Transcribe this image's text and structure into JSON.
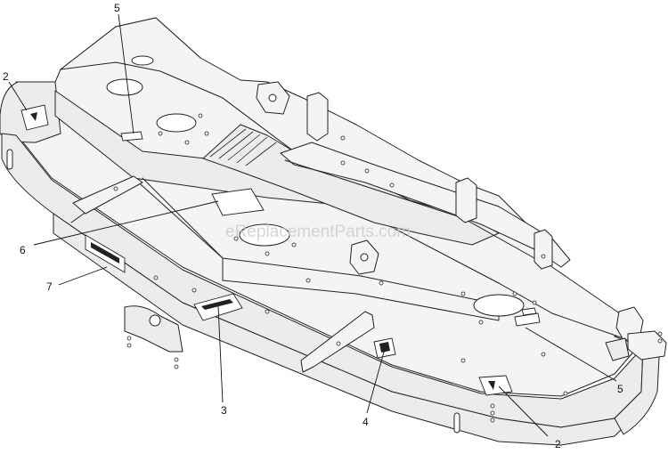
{
  "watermark": "eReplacementParts.com",
  "callouts": [
    {
      "id": "c5a",
      "label": "5"
    },
    {
      "id": "c2a",
      "label": "2"
    },
    {
      "id": "c6",
      "label": "6"
    },
    {
      "id": "c7",
      "label": "7"
    },
    {
      "id": "c3",
      "label": "3"
    },
    {
      "id": "c4",
      "label": "4"
    },
    {
      "id": "c5b",
      "label": "5"
    },
    {
      "id": "c2b",
      "label": "2"
    }
  ]
}
